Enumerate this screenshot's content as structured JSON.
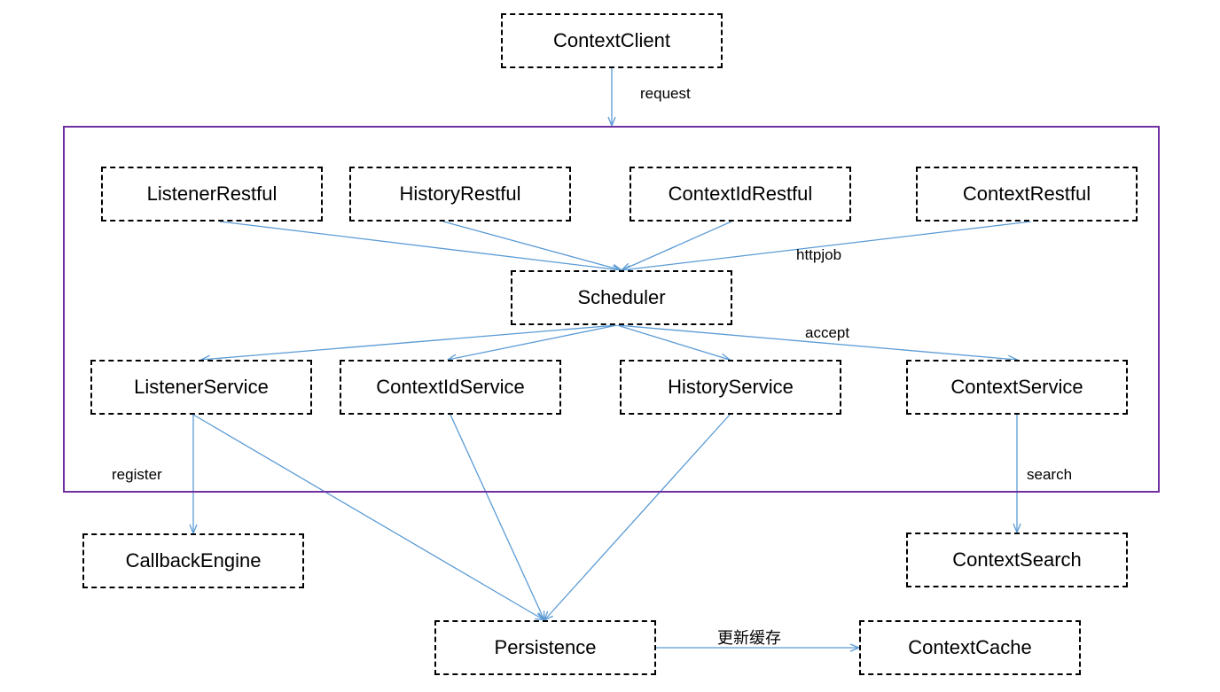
{
  "colors": {
    "edge": "#5b9bd5",
    "group_border": "#7030a0",
    "node_border": "#000000"
  },
  "nodes": {
    "context_client": "ContextClient",
    "listener_restful": "ListenerRestful",
    "history_restful": "HistoryRestful",
    "context_id_restful": "ContextIdRestful",
    "context_restful": "ContextRestful",
    "scheduler": "Scheduler",
    "listener_service": "ListenerService",
    "context_id_service": "ContextIdService",
    "history_service": "HistoryService",
    "context_service": "ContextService",
    "callback_engine": "CallbackEngine",
    "context_search": "ContextSearch",
    "persistence": "Persistence",
    "context_cache": "ContextCache"
  },
  "edge_labels": {
    "request": "request",
    "httpjob": "httpjob",
    "accept": "accept",
    "register": "register",
    "search": "search",
    "update_cache": "更新缓存"
  },
  "edges": [
    {
      "from": "context_client",
      "to": "group",
      "label": "request"
    },
    {
      "from": "listener_restful",
      "to": "scheduler"
    },
    {
      "from": "history_restful",
      "to": "scheduler"
    },
    {
      "from": "context_id_restful",
      "to": "scheduler"
    },
    {
      "from": "context_restful",
      "to": "scheduler",
      "label": "httpjob"
    },
    {
      "from": "scheduler",
      "to": "listener_service"
    },
    {
      "from": "scheduler",
      "to": "context_id_service"
    },
    {
      "from": "scheduler",
      "to": "history_service"
    },
    {
      "from": "scheduler",
      "to": "context_service",
      "label": "accept"
    },
    {
      "from": "listener_service",
      "to": "callback_engine",
      "label": "register"
    },
    {
      "from": "listener_service",
      "to": "persistence"
    },
    {
      "from": "context_id_service",
      "to": "persistence"
    },
    {
      "from": "history_service",
      "to": "persistence"
    },
    {
      "from": "context_service",
      "to": "context_search",
      "label": "search"
    },
    {
      "from": "persistence",
      "to": "context_cache",
      "label": "更新缓存"
    }
  ]
}
